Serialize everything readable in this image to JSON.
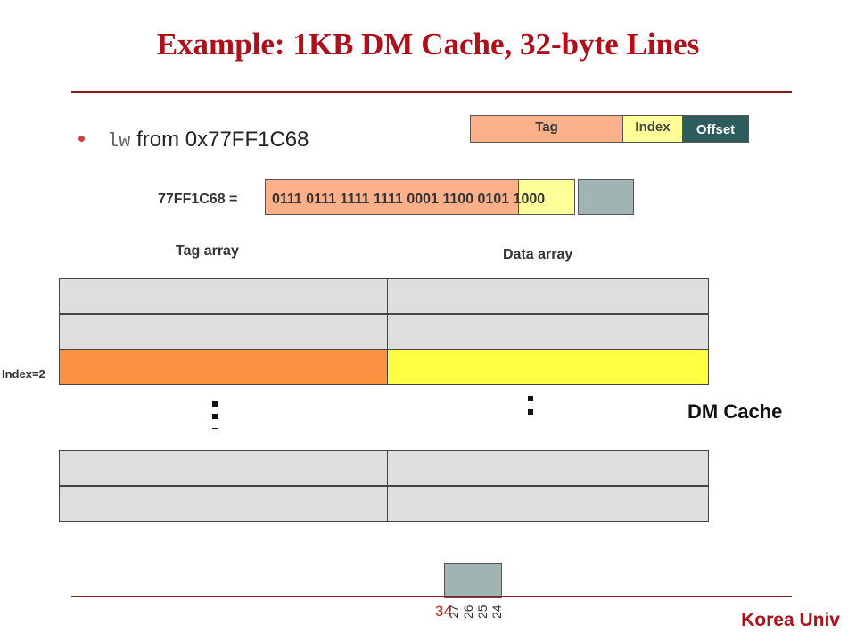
{
  "slide": {
    "title": "Example: 1KB DM Cache, 32-byte Lines",
    "bullet": {
      "code": "lw",
      "text": " from 0x77FF1C68"
    },
    "fields": {
      "tag": "Tag",
      "index": "Index",
      "offset": "Offset"
    },
    "address": {
      "label": "77FF1C68 =",
      "bits": "0111 0111 1111 1111 0001 1100 0101 1000"
    },
    "tag_array_label": "Tag array",
    "data_array_label": "Data array",
    "index_label": "Index=2",
    "cache_label": "DM Cache",
    "page_number": "34",
    "bit_labels": [
      "27",
      "26",
      "25",
      "24"
    ],
    "footer": "Korea Univ"
  },
  "colors": {
    "title": "#b0101a",
    "tag": "#fcb08a",
    "index": "#ffff99",
    "offset": "#2e5c5c",
    "highlight_tag": "#ff9142",
    "highlight_data": "#ffff44"
  }
}
